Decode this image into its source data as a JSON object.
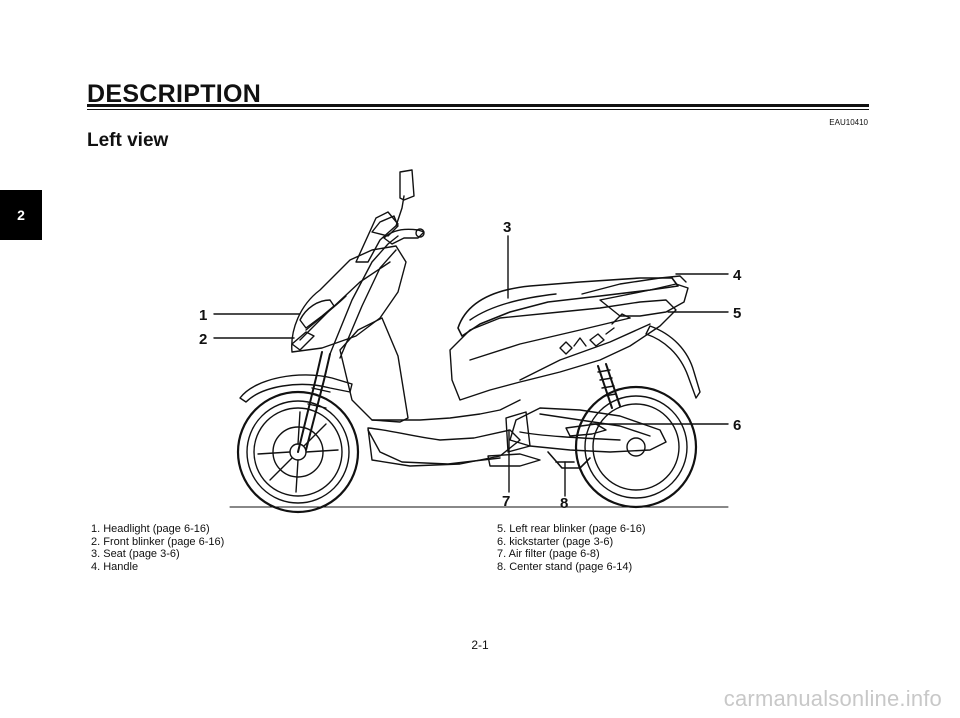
{
  "header": {
    "title": "DESCRIPTION",
    "doc_code": "EAU10410"
  },
  "section": {
    "title": "Left view"
  },
  "chapter_tab": "2",
  "callouts": [
    "1",
    "2",
    "3",
    "4",
    "5",
    "6",
    "7",
    "8"
  ],
  "legend": {
    "left": [
      "1. Headlight (page 6-16)",
      "2. Front blinker (page 6-16)",
      "3. Seat (page 3-6)",
      "4. Handle"
    ],
    "right": [
      "5. Left rear blinker (page 6-16)",
      "6. kickstarter (page 3-6)",
      "7. Air filter (page 6-8)",
      "8. Center stand (page 6-14)"
    ]
  },
  "page_number": "2-1",
  "watermark": "carmanualsonline.info"
}
